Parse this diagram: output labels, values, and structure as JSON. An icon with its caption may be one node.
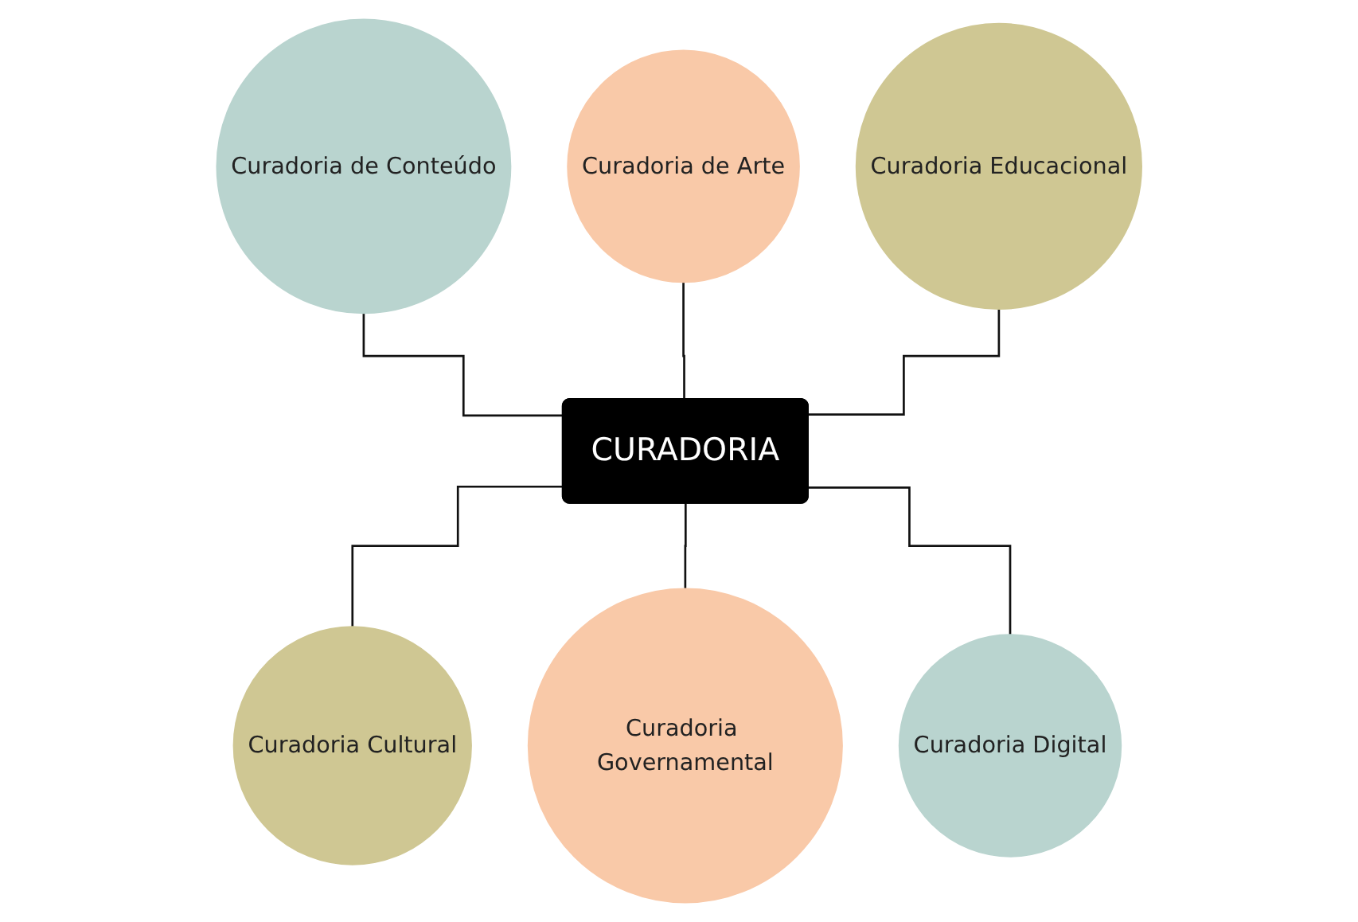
{
  "diagram": {
    "nodes": [
      {
        "text": [
          "Curadoria de Conteúdo"
        ]
      },
      {
        "text": [
          "Curadoria de Arte"
        ]
      },
      {
        "text": [
          "Curadoria Educacional"
        ]
      },
      {
        "text": [
          "CURADORIA"
        ]
      },
      {
        "text": [
          "Curadoria Cultural"
        ]
      },
      {
        "text": [
          "Curadoria Governamental"
        ]
      },
      {
        "text": [
          "Curadoria Digital"
        ]
      }
    ],
    "edges": [
      {
        "from": 0,
        "to": 3,
        "arrow": "none"
      },
      {
        "from": 1,
        "to": 3,
        "arrow": "none"
      },
      {
        "from": 2,
        "to": 3,
        "arrow": "none"
      },
      {
        "from": 3,
        "to": 4,
        "arrow": "none"
      },
      {
        "from": 3,
        "to": 5,
        "arrow": "none"
      },
      {
        "from": 3,
        "to": 6,
        "arrow": "none"
      }
    ]
  }
}
